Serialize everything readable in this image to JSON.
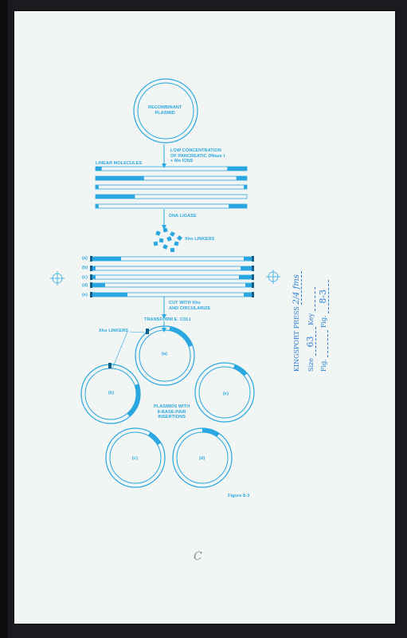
{
  "diagram": {
    "recombinant_plasmid": "RECOMBINANT\nPLASMID",
    "step_dnase": "LOW CONCENTRATION\nOF PANCREATIC DNase I\n+ Mn IONS",
    "linear_molecules": "LINEAR MOLECULES",
    "step_ligase": "DNA LIGASE",
    "xho_linkers": "Xho LINKERS",
    "row_labels": [
      "(a)",
      "(b)",
      "(c)",
      "(d)",
      "(e)"
    ],
    "step_cut": "CUT WITH Xho\nAND CIRCULARIZE",
    "step_transform": "TRANSFORM E. COLI",
    "xho_linkers_2": "Xho LINKERS",
    "plasmid_labels": [
      "(a)",
      "(b)",
      "(e)",
      "(c)",
      "(d)"
    ],
    "plasmids_text": "PLASMIDS WITH\n8-BASE-PAIR\nINSERTIONS",
    "figure_label": "Figure 8-3"
  },
  "stamp": {
    "fig_label": "Fig.",
    "fig_value": "8-3",
    "size_label": "Size",
    "size_value": "63",
    "key_label": "Key",
    "press_label": "KINGSPORT PRESS",
    "press_value": "2/4 fms"
  },
  "pencil_mark": "C",
  "colors": {
    "ink": "#2aa7e0",
    "paper": "#f1f5f3",
    "background": "#1b1a1e"
  }
}
